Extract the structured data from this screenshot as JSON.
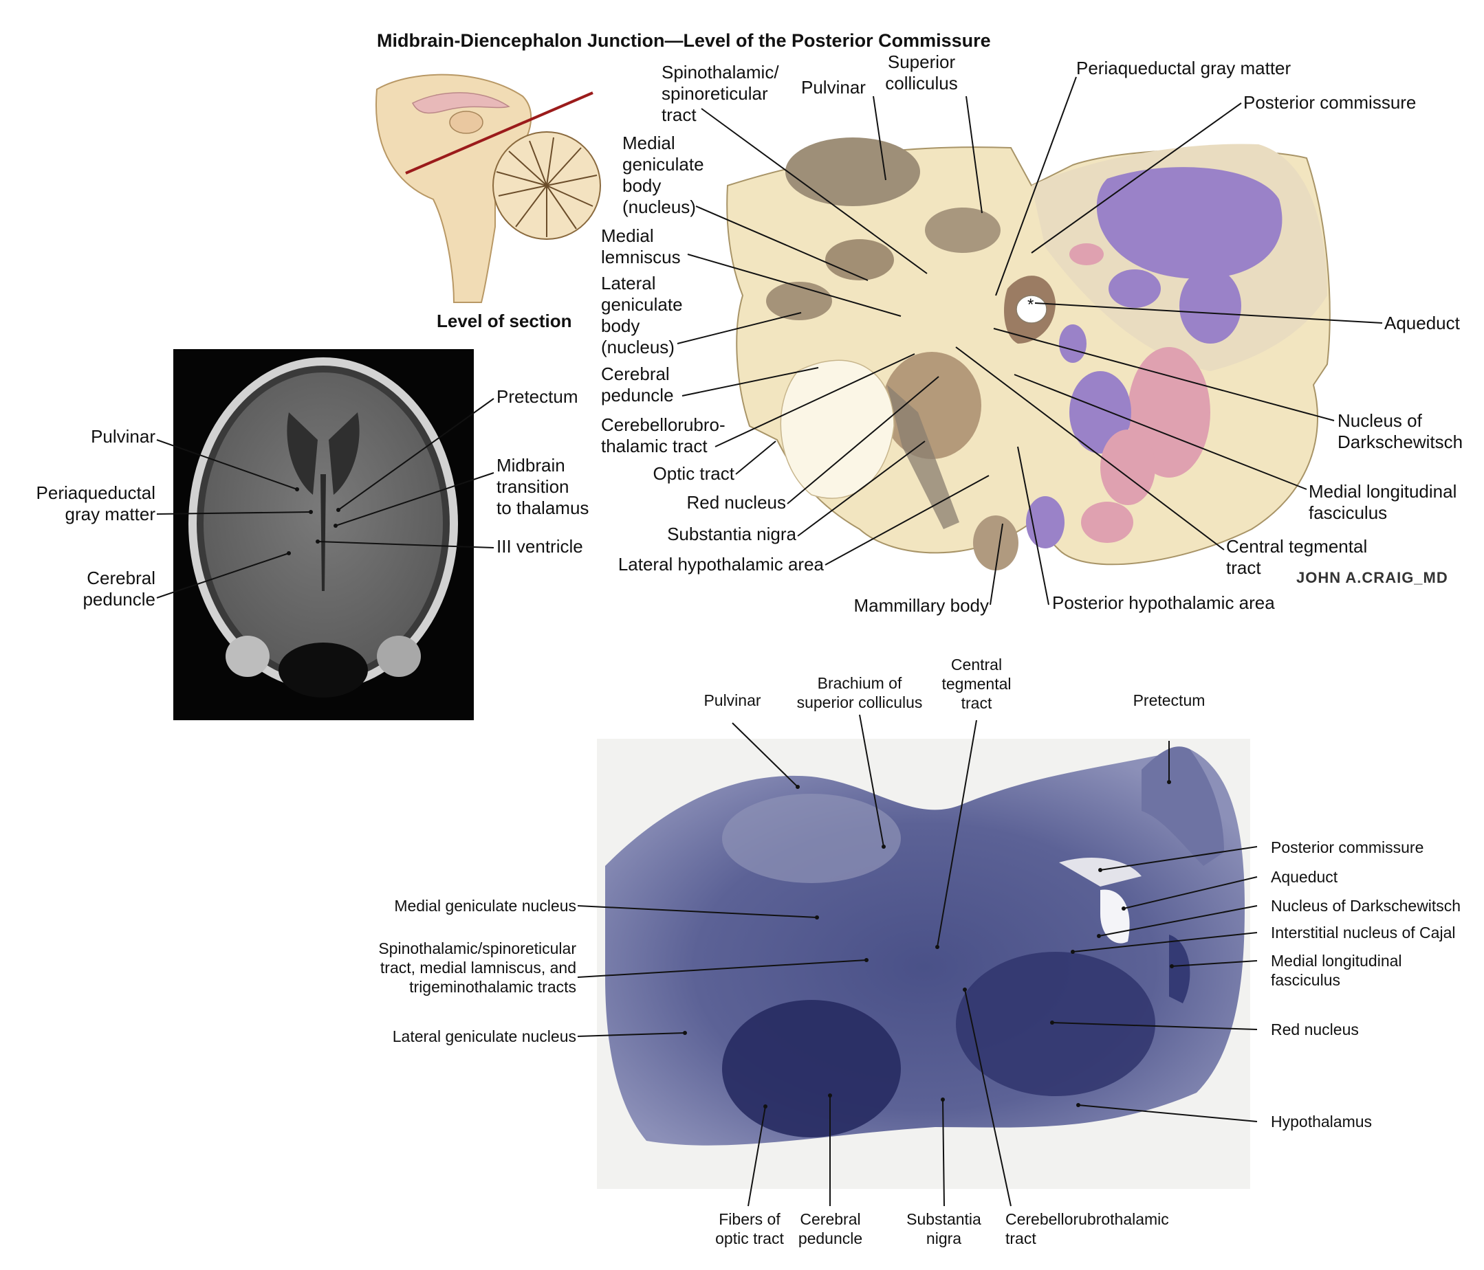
{
  "title": "Midbrain-Diencephalon Junction—Level of the Posterior Commissure",
  "inset": {
    "caption": "Level of section"
  },
  "mri": {
    "labels": {
      "pulvinar": "Pulvinar",
      "periaqueductal": "Periaqueductal\ngray matter",
      "cerebral_peduncle": "Cerebral\npeduncle",
      "pretectum": "Pretectum",
      "midbrain_transition": "Midbrain\ntransition\nto thalamus",
      "iii_ventricle": "III ventricle"
    }
  },
  "illustration": {
    "signature": "JOHN A.CRAIG_MD",
    "labels": {
      "spinothalamic": "Spinothalamic/\nspinoreticular\ntract",
      "pulvinar": "Pulvinar",
      "superior_colliculus": "Superior\ncolliculus",
      "periaqueductal": "Periaqueductal gray matter",
      "posterior_commissure": "Posterior commissure",
      "medial_geniculate": "Medial\ngeniculate\nbody\n(nucleus)",
      "medial_lemniscus": "Medial\nlemniscus",
      "lateral_geniculate": "Lateral\ngeniculate\nbody\n(nucleus)",
      "cerebral_peduncle": "Cerebral\npeduncle",
      "cerebellorubro": "Cerebellorubro-\nthalamic tract",
      "optic_tract": "Optic tract",
      "red_nucleus": "Red nucleus",
      "substantia_nigra": "Substantia nigra",
      "lateral_hypothalamic": "Lateral hypothalamic area",
      "mammillary_body": "Mammillary body",
      "aqueduct": "Aqueduct",
      "asterisk": "*",
      "darkschewitsch": "Nucleus of\nDarkschewitsch",
      "mlf": "Medial longitudinal\nfasciculus",
      "central_tegmental": "Central tegmental\ntract",
      "posterior_hypothalamic": "Posterior hypothalamic area"
    }
  },
  "histology": {
    "labels": {
      "pulvinar": "Pulvinar",
      "brachium": "Brachium of\nsuperior colliculus",
      "central_tegmental": "Central\ntegmental\ntract",
      "pretectum": "Pretectum",
      "posterior_commissure": "Posterior commissure",
      "aqueduct": "Aqueduct",
      "darkschewitsch": "Nucleus of Darkschewitsch",
      "cajal": "Interstitial nucleus of Cajal",
      "mlf": "Medial longitudinal\nfasciculus",
      "red_nucleus": "Red nucleus",
      "hypothalamus": "Hypothalamus",
      "medial_geniculate": "Medial geniculate nucleus",
      "spinothalamic": "Spinothalamic/spinoreticular\ntract, medial lamniscus, and\ntrigeminothalamic tracts",
      "lateral_geniculate": "Lateral geniculate nucleus",
      "optic_fibers": "Fibers of\noptic tract",
      "cerebral_peduncle": "Cerebral\npeduncle",
      "substantia_nigra": "Substantia\nnigra",
      "cerebellorubro": "Cerebellorubrothalamic\ntract"
    }
  }
}
